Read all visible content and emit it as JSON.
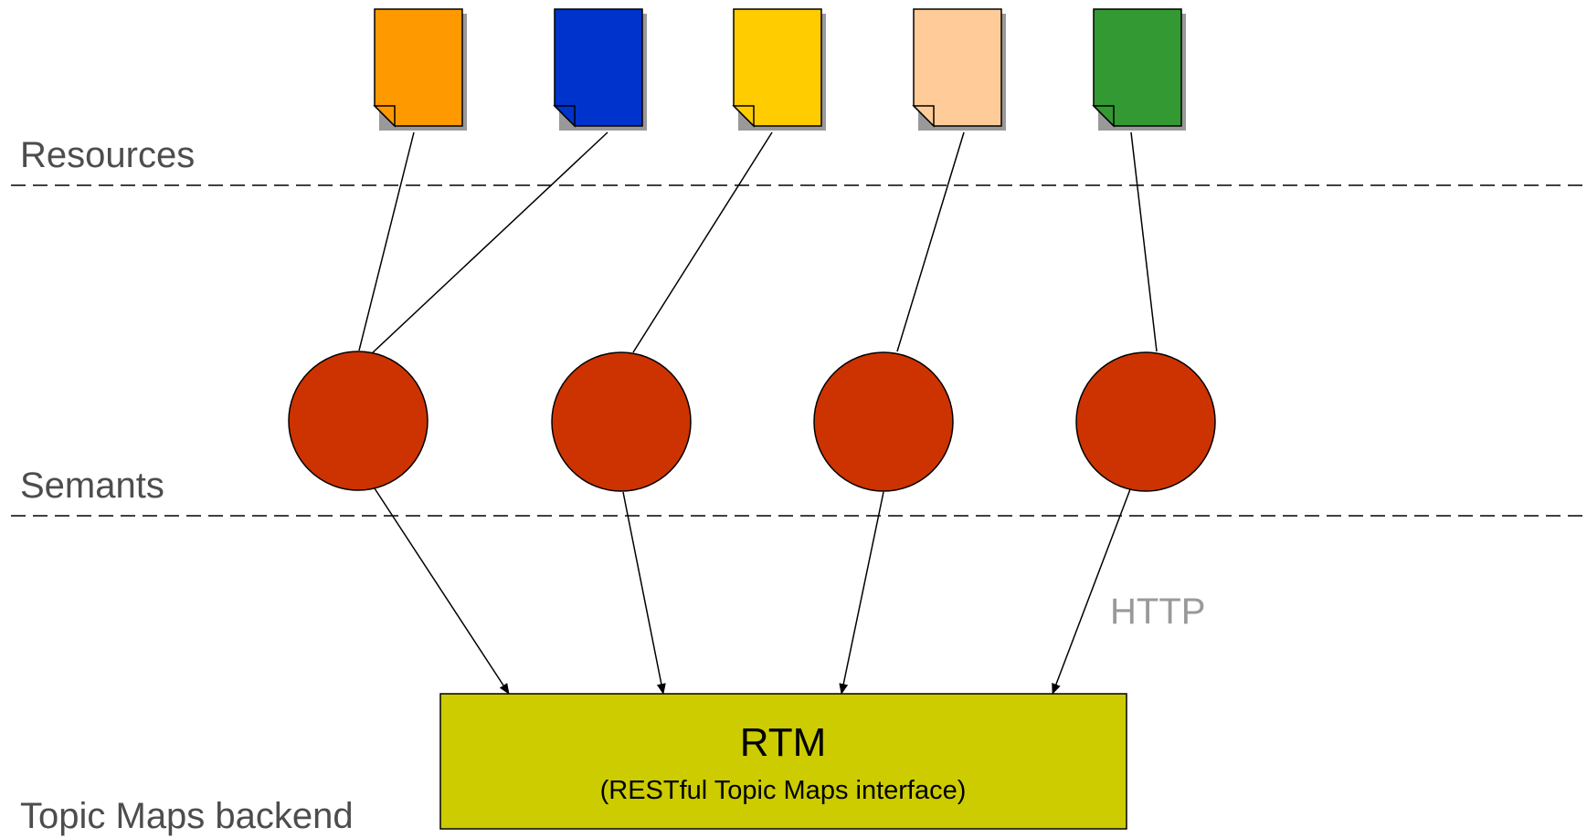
{
  "layers": {
    "resources": "Resources",
    "semants": "Semants",
    "backend": "Topic Maps backend"
  },
  "protocol_label": "HTTP",
  "backend_box": {
    "title": "RTM",
    "subtitle": "(RESTful Topic Maps interface)",
    "color": "#cccc00"
  },
  "semant_color": "#cc3300",
  "resources": [
    {
      "color": "#ff9900",
      "semant": 0
    },
    {
      "color": "#0033cc",
      "semant": 0
    },
    {
      "color": "#ffcc00",
      "semant": 1
    },
    {
      "color": "#ffcc99",
      "semant": 2
    },
    {
      "color": "#339933",
      "semant": 3
    }
  ]
}
